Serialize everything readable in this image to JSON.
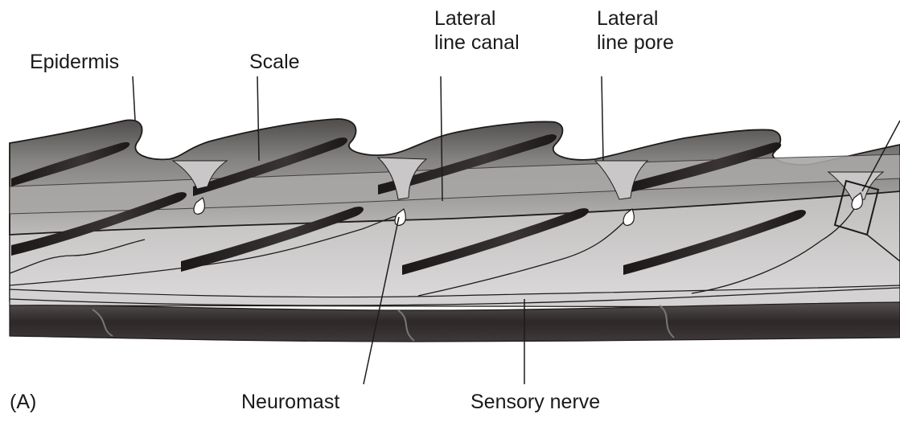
{
  "figure": {
    "panel_label": "(A)",
    "labels": {
      "epidermis": "Epidermis",
      "scale": "Scale",
      "lateral_line_canal_1": "Lateral",
      "lateral_line_canal_2": "line canal",
      "lateral_line_pore_1": "Lateral",
      "lateral_line_pore_2": "line pore",
      "neuromast": "Neuromast",
      "sensory_nerve": "Sensory nerve"
    },
    "colors": {
      "skin_dark": "#5e5c5c",
      "skin_mid": "#8f8d8d",
      "dermis_light": "#c9c7c7",
      "scale_streak": "#2b2626",
      "muscle": "#3a3434",
      "outline": "#1e1b1b",
      "canal": "#b5b3b3"
    }
  }
}
